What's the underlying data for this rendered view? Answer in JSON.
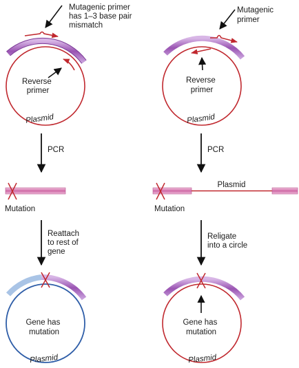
{
  "labels": {
    "left_primer_callout": [
      "Mutagenic primer",
      "has 1–3 base pair",
      "mismatch"
    ],
    "right_primer_callout": [
      "Mutagenic",
      "primer"
    ],
    "reverse_primer": [
      "Reverse",
      "primer"
    ],
    "plasmid": "Plasmid",
    "pcr": "PCR",
    "mutation": "Mutation",
    "linear_plasmid": "Plasmid",
    "reattach": [
      "Reattach",
      "to rest of",
      "gene"
    ],
    "religate": [
      "Religate",
      "into a circle"
    ],
    "gene_has_mutation": [
      "Gene has",
      "mutation"
    ]
  },
  "colors": {
    "plasmid_red": "#c0282e",
    "plasmid_blue": "#2f5ea8",
    "gene_purple": "#9a54b2",
    "gene_light_blue": "#a9c4e6",
    "mutation_pink": "#d77ab0",
    "arrow": "#111111"
  }
}
